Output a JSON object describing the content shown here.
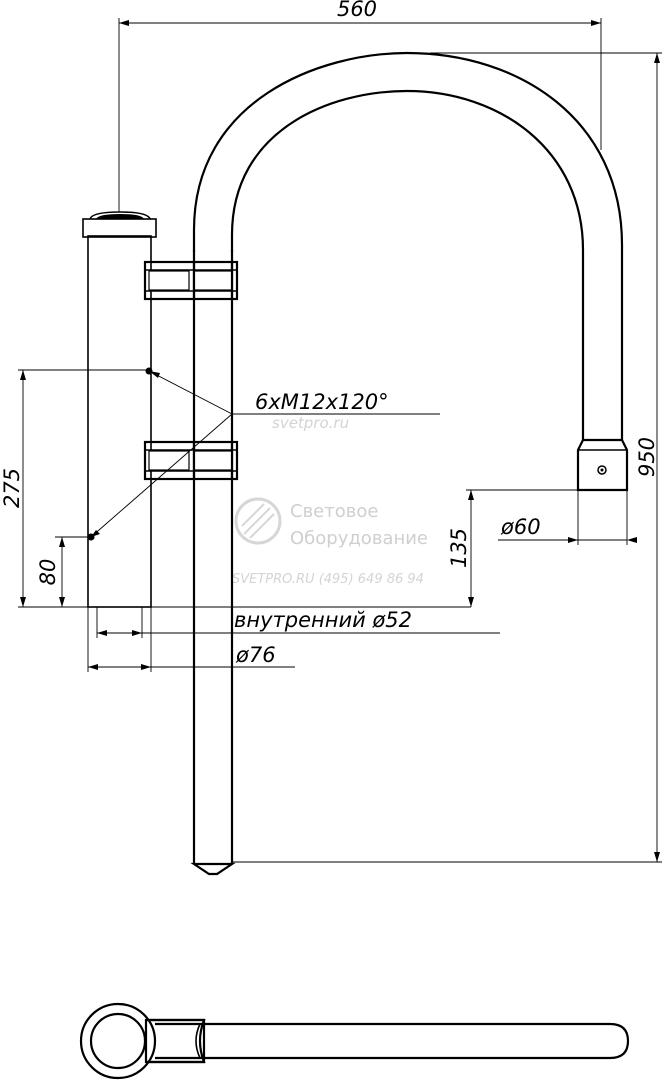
{
  "dimensions": {
    "width_total": "560",
    "height_total": "950",
    "bolt_spacing": "275",
    "bolt_offset": "80",
    "tip_height": "135",
    "tip_diameter": "ø60",
    "inner_diameter": "внутренний ø52",
    "outer_diameter": "ø76",
    "bolts": "6xM12x120°"
  },
  "watermark": {
    "site_top": "svetpro.ru",
    "brand_line1": "Световое",
    "brand_line2": "Оборудование",
    "contact": "SVETPRO.RU  (495) 649 86 94"
  },
  "colors": {
    "line": "#000000",
    "watermark": "#cfcfcf"
  }
}
